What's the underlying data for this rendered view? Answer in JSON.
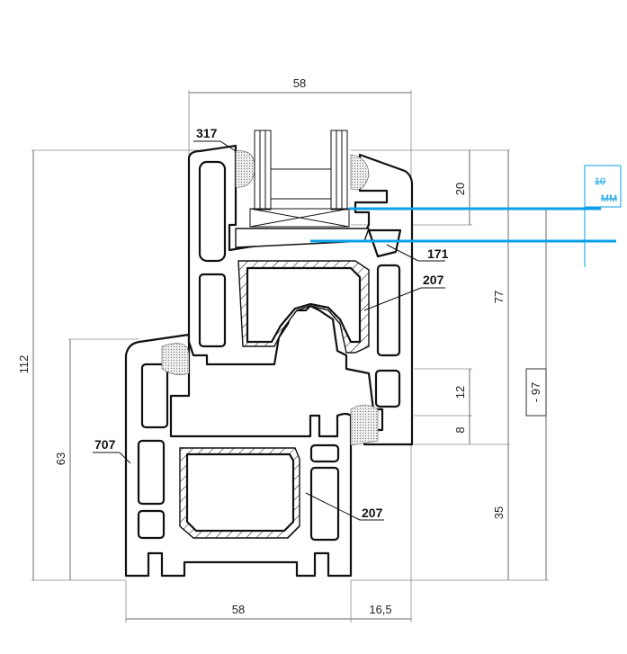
{
  "dimensions": {
    "top_width": "58",
    "bottom_width": "58",
    "bottom_offset": "16,5",
    "total_height": "112",
    "lower_height": "63",
    "glass_rebate": "20",
    "sash_height": "77",
    "gap_12": "12",
    "gap_8": "8",
    "lower_35": "35",
    "ref_97": "- 97"
  },
  "part_labels": {
    "gasket_top": "317",
    "glazing_bead": "171",
    "steel_upper": "207",
    "frame": "707",
    "steel_lower": "207"
  },
  "blue_box": {
    "value": "10",
    "unit": "MM"
  },
  "colors": {
    "annotation": "#0aa0e6"
  }
}
